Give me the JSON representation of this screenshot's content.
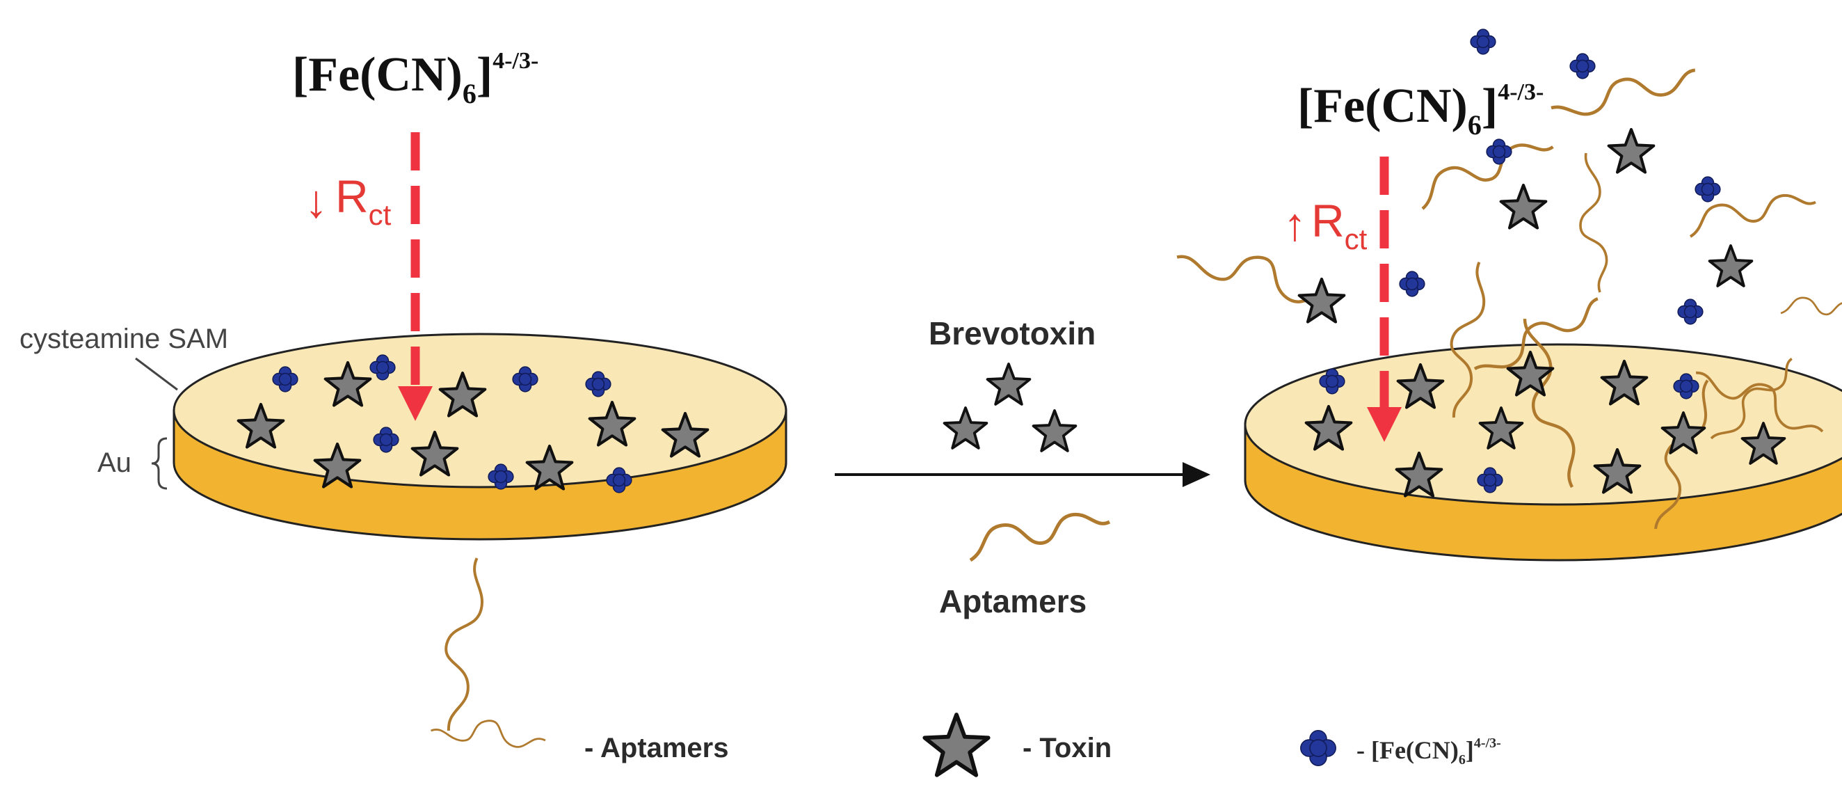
{
  "left_panel": {
    "formula": "[Fe(CN)",
    "formula_sub": "6",
    "formula_close": "]",
    "formula_sup": "4-/3-",
    "arrow_symbol": "↓",
    "resistance": "R",
    "resistance_sub": "ct",
    "sam_label": "cysteamine SAM",
    "au_label": "Au"
  },
  "middle": {
    "top_label": "Brevotoxin",
    "bottom_label": "Aptamers"
  },
  "right_panel": {
    "formula": "[Fe(CN)",
    "formula_sub": "6",
    "formula_close": "]",
    "formula_sup": "4-/3-",
    "arrow_symbol": "↑",
    "resistance": "R",
    "resistance_sub": "ct"
  },
  "legend": {
    "aptamers": "- Aptamers",
    "toxin": "- Toxin",
    "fe_prefix": "- [Fe(CN)",
    "fe_sub": "6",
    "fe_close": "]",
    "fe_sup": "4-/3-"
  },
  "colors": {
    "disc_top": "#f9e7b5",
    "disc_side": "#f2b430",
    "star_fill": "#7d7d7d",
    "star_stroke": "#111111",
    "aptamer": "#b07a2e",
    "ferro": "#23379a",
    "red_arrow": "#ef3340"
  }
}
